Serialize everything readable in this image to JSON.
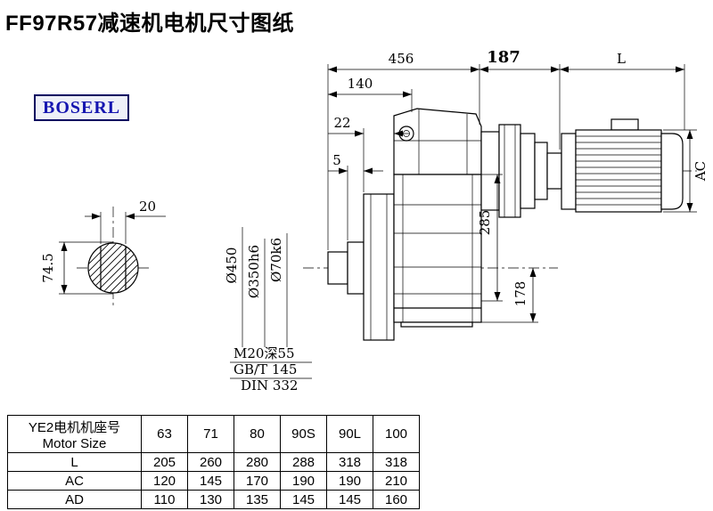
{
  "page": {
    "title": "FF97R57减速机电机尺寸图纸"
  },
  "logo": {
    "text": "BOSERL"
  },
  "dims": {
    "top_456": "456",
    "top_187": "187",
    "top_L": "L",
    "d140": "140",
    "d22": "22",
    "d5": "5",
    "d20": "20",
    "d74_5": "74.5",
    "d285": "285",
    "d178": "178",
    "dAC": "AC",
    "dia450": "Ø450",
    "dia350": "Ø350h6",
    "dia70": "Ø70k6"
  },
  "notes": {
    "thread": "M20深55",
    "gb": "GB/T 145",
    "din": "DIN 332"
  },
  "table": {
    "row_header_line1": "YE2电机机座号",
    "row_header_line2": "Motor Size",
    "sizes": [
      "63",
      "71",
      "80",
      "90S",
      "90L",
      "100"
    ],
    "rows": [
      {
        "label": "L",
        "values": [
          "205",
          "260",
          "280",
          "288",
          "318",
          "318"
        ]
      },
      {
        "label": "AC",
        "values": [
          "120",
          "145",
          "170",
          "190",
          "190",
          "210"
        ]
      },
      {
        "label": "AD",
        "values": [
          "110",
          "130",
          "135",
          "145",
          "145",
          "160"
        ]
      }
    ]
  }
}
